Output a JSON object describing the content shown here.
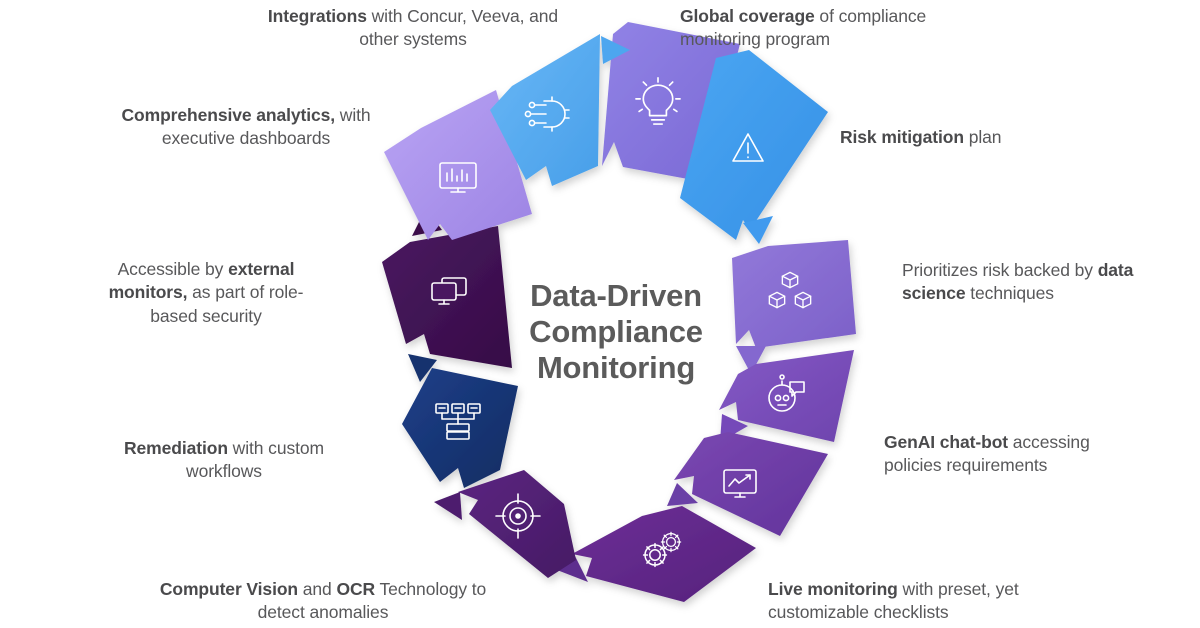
{
  "center": {
    "line1": "Data-Driven",
    "line2": "Compliance",
    "line3": "Monitoring"
  },
  "callouts": [
    {
      "id": "integrations",
      "bold": "Integrations",
      "rest": " with Concur, Veeva, and other systems"
    },
    {
      "id": "global",
      "bold": "Global coverage",
      "rest": " of compliance monitoring program"
    },
    {
      "id": "analytics",
      "bold": "Comprehensive analytics,",
      "rest": " with executive dashboards"
    },
    {
      "id": "risk",
      "bold": "Risk mitigation",
      "rest": " plan"
    },
    {
      "id": "external",
      "pre": "Accessible by ",
      "bold": "external monitors,",
      "rest": " as part of role-based security"
    },
    {
      "id": "datascience",
      "pre": "Prioritizes risk backed by ",
      "bold": "data science",
      "rest": " techniques"
    },
    {
      "id": "remediation",
      "bold": "Remediation",
      "rest": " with custom workflows"
    },
    {
      "id": "genai",
      "bold": "GenAI chat-bot",
      "rest": " accessing policies requirements"
    },
    {
      "id": "computervision",
      "bold": "Computer Vision",
      "mid": " and ",
      "bold2": "OCR",
      "rest": " Technology to detect anomalies"
    },
    {
      "id": "live",
      "bold": "Live monitoring",
      "rest": " with preset, yet customizable checklists"
    }
  ],
  "chart_data": {
    "type": "pie",
    "title": "Data-Driven Compliance Monitoring",
    "legend_position": "around",
    "categories": [
      "Global coverage",
      "Risk mitigation",
      "Data science",
      "GenAI chat-bot",
      "Live monitoring",
      "Computer Vision and OCR",
      "Remediation",
      "External monitors",
      "Comprehensive analytics",
      "Integrations"
    ],
    "values": [
      10,
      10,
      10,
      10,
      10,
      10,
      10,
      10,
      10,
      10
    ]
  },
  "segments": [
    {
      "id": "global-coverage",
      "icon": "lightbulb-icon",
      "color_from": "#8b7de0",
      "color_to": "#7f6fd8",
      "angle_start": -72,
      "angle_end": -38
    },
    {
      "id": "risk-mitigation",
      "icon": "warning-icon",
      "color_from": "#3f9aee",
      "color_to": "#4aa3f0",
      "angle_start": -34,
      "angle_end": 0
    },
    {
      "id": "data-science",
      "icon": "cubes-icon",
      "color_from": "#8467cf",
      "color_to": "#8b73d6",
      "angle_start": 4,
      "angle_end": 38
    },
    {
      "id": "genai-chatbot",
      "icon": "robot-icon",
      "color_from": "#7449b9",
      "color_to": "#7e55c2",
      "angle_start": 42,
      "angle_end": 76
    },
    {
      "id": "live-monitoring",
      "icon": "chart-monitor-icon",
      "color_from": "#6b3fa6",
      "color_to": "#743fae",
      "angle_start": 80,
      "angle_end": 114
    },
    {
      "id": "workflow-gears",
      "icon": "gears-icon",
      "color_from": "#5d2d8e",
      "color_to": "#6b2f9c",
      "angle_start": 118,
      "angle_end": 152
    },
    {
      "id": "computer-vision",
      "icon": "target-icon",
      "color_from": "#4d1f6e",
      "color_to": "#5a2680",
      "angle_start": 156,
      "angle_end": 190
    },
    {
      "id": "remediation",
      "icon": "hierarchy-icon",
      "color_from": "#16316e",
      "color_to": "#1b3b82",
      "angle_start": 194,
      "angle_end": 228
    },
    {
      "id": "external-monitors",
      "icon": "dual-monitor-icon",
      "color_from": "#3a0e4a",
      "color_to": "#4a1660",
      "angle_start": 232,
      "angle_end": 266
    },
    {
      "id": "analytics",
      "icon": "dashboard-icon",
      "color_from": "#a48ce8",
      "color_to": "#b29bf0",
      "angle_start": 270,
      "angle_end": 304
    },
    {
      "id": "integrations",
      "icon": "tech-gear-icon",
      "color_from": "#4ea6ef",
      "color_to": "#63b4f4",
      "angle_start": 308,
      "angle_end": 342
    }
  ],
  "colors": {
    "text": "#58585a",
    "text_bold": "#4a4a4c",
    "center_text": "#5b5b5b",
    "background": "#ffffff"
  }
}
